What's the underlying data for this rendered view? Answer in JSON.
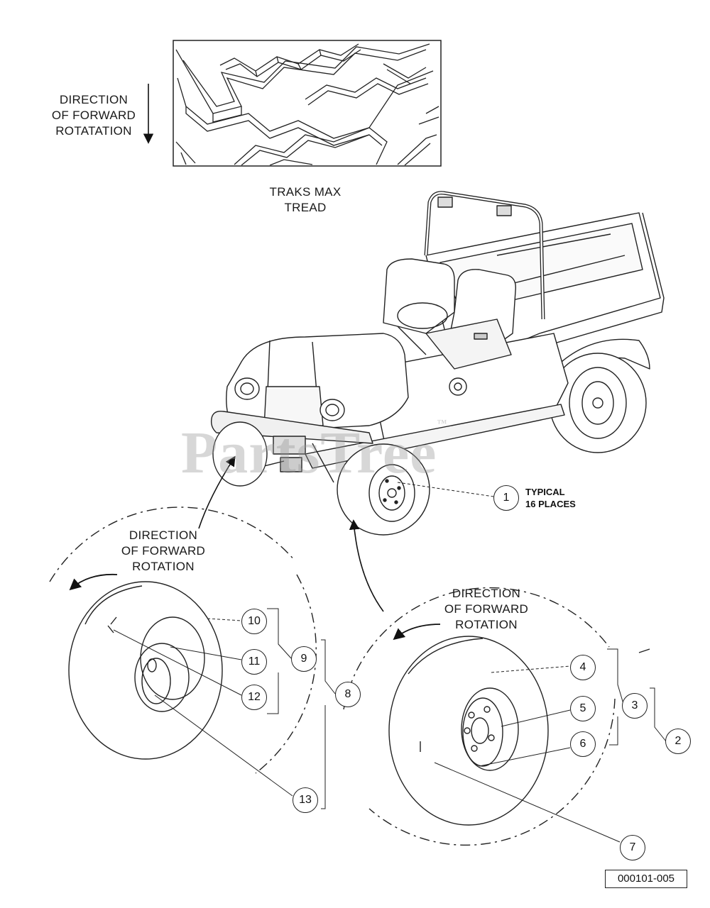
{
  "tread_direction": {
    "lines": [
      "DIRECTION",
      "OF FORWARD",
      "ROTATATION"
    ]
  },
  "tread_caption": {
    "lines": [
      "TRAKS MAX",
      "TREAD"
    ]
  },
  "left_wheel_direction": {
    "lines": [
      "DIRECTION",
      "OF FORWARD",
      "ROTATION"
    ]
  },
  "right_wheel_direction": {
    "lines": [
      "DIRECTION",
      "OF FORWARD",
      "ROTATION"
    ]
  },
  "typical_note": {
    "lines": [
      "TYPICAL",
      "16 PLACES"
    ]
  },
  "callouts": [
    "1",
    "2",
    "3",
    "4",
    "5",
    "6",
    "7",
    "8",
    "9",
    "10",
    "11",
    "12",
    "13"
  ],
  "figure_number": "000101-005",
  "watermark": {
    "text": "PartsTree",
    "mark": "™"
  }
}
